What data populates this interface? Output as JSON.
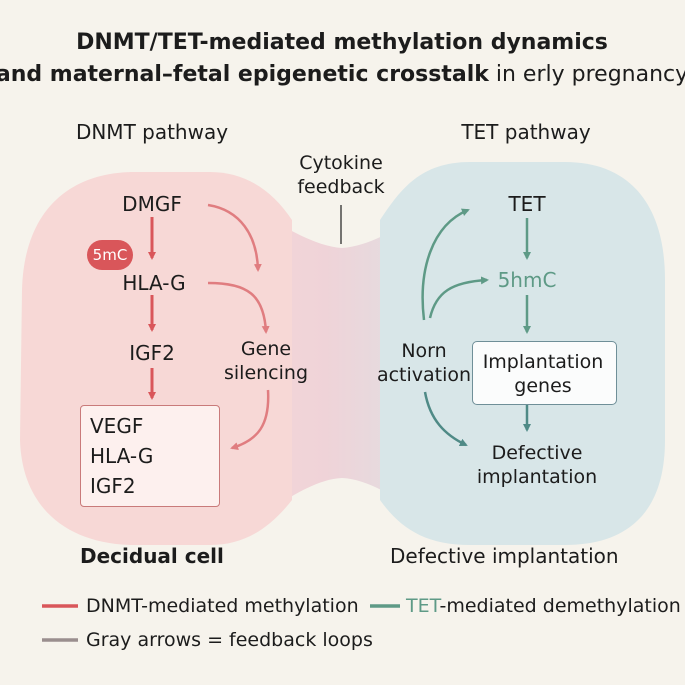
{
  "title": {
    "line1": "DNMT/TET-mediated methylation dynamics",
    "line2_bold": "and maternal–fetal epigenetic crosstalk",
    "line2_light": " in erly pregnancy"
  },
  "headers": {
    "dnmt_pathway": "DNMT pathway",
    "tet_pathway": "TET pathway"
  },
  "center": {
    "cytokine_1": "Cytokine",
    "cytokine_2": "feedback"
  },
  "dnmt_nodes": {
    "dmgf": "DMGF",
    "badge": "5mC",
    "hlag": "HLA-G",
    "igf2": "IGF2",
    "gene_1": "Gene",
    "gene_2": "silencing"
  },
  "dnmt_box": {
    "items": [
      "VEGF",
      "HLA-G",
      "IGF2"
    ]
  },
  "tet_nodes": {
    "tet": "TET",
    "hmc": "5hmC",
    "norn_1": "Norn",
    "norn_2": "activation",
    "impl_1": "Implantation",
    "impl_2": "genes",
    "defect_1": "Defective",
    "defect_2": "implantation"
  },
  "footers": {
    "decidual": "Decidual cell",
    "defective": "Defective implantation"
  },
  "legend": {
    "dnmt": "DNMT-mediated methylation",
    "tet_prefix": "TET",
    "tet_suffix": "-mediated demethylation",
    "gray": "Gray arrows = feedback loops"
  },
  "colors": {
    "dnmt_red": "#d9565a",
    "tet_green": "#5e9a86",
    "feedback_gray": "#9a8e8e",
    "left_blob": "#f7d8d6",
    "right_blob": "#d8e6e8"
  }
}
